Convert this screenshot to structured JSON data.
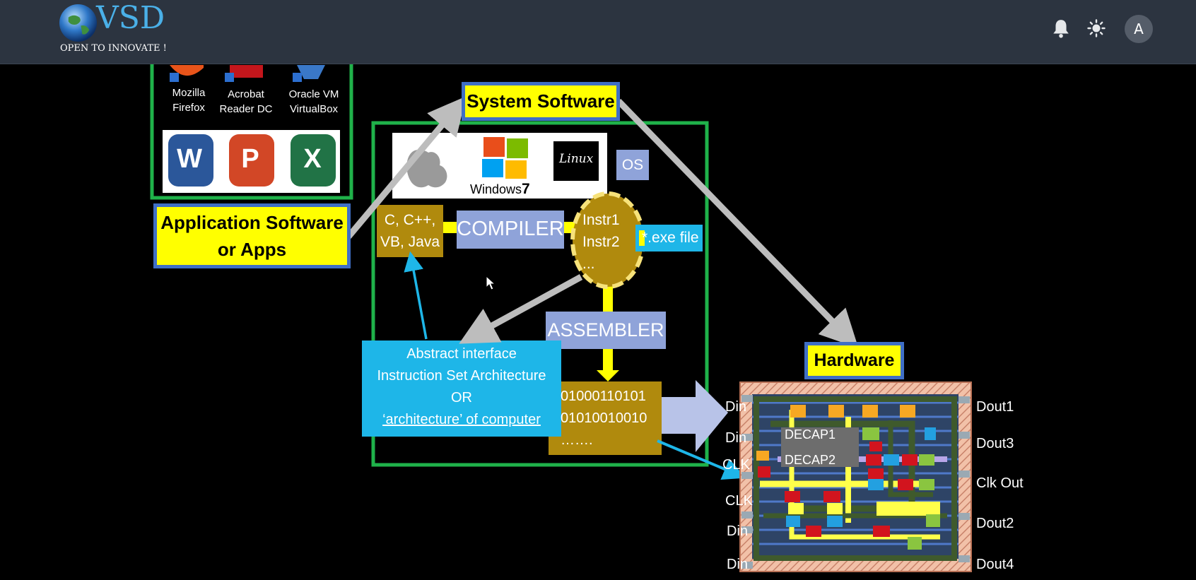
{
  "header": {
    "logo_text": "VSD",
    "tagline": "OPEN TO INNOVATE !",
    "avatar_letter": "A"
  },
  "slide": {
    "apps": {
      "firefox": [
        "Mozilla",
        "Firefox"
      ],
      "acrobat": [
        "Acrobat",
        "Reader DC"
      ],
      "virtualbox": [
        "Oracle VM",
        "VirtualBox"
      ],
      "office_tiles": [
        "W",
        "P",
        "X"
      ]
    },
    "application_software": [
      "Application Software",
      "or Apps"
    ],
    "system_software": "System Software",
    "os_label": "OS",
    "windows_label": "Windows",
    "windows_version": "7",
    "linux_label": "Linux",
    "languages": [
      "C, C++,",
      "VB, Java"
    ],
    "compiler": "COMPILER",
    "instr": [
      "Instr1",
      "Instr2",
      "..."
    ],
    "exe_file": "*.exe file",
    "assembler": "ASSEMBLER",
    "binary": [
      "01000110101",
      "01010010010",
      "……."
    ],
    "isa_box": [
      "Abstract interface",
      "Instruction Set Architecture",
      "OR",
      "‘architecture’ of computer"
    ],
    "hardware": "Hardware",
    "chip": {
      "decap1": "DECAP1",
      "decap2": "DECAP2",
      "left_pins": [
        "Din",
        "Din",
        "CLK",
        "CLK",
        "Din",
        "Din"
      ],
      "right_pins": [
        "Dout1",
        "Dout3",
        "Clk Out",
        "Dout2",
        "Dout4"
      ]
    }
  },
  "colors": {
    "header_bg": "#2c3440",
    "yellow": "#ffff00",
    "blue_border": "#3f6fc6",
    "green_border": "#1fb24a",
    "gold": "#b08a0d",
    "lavender": "#8fa3d9",
    "cyan": "#1eb6e8"
  }
}
